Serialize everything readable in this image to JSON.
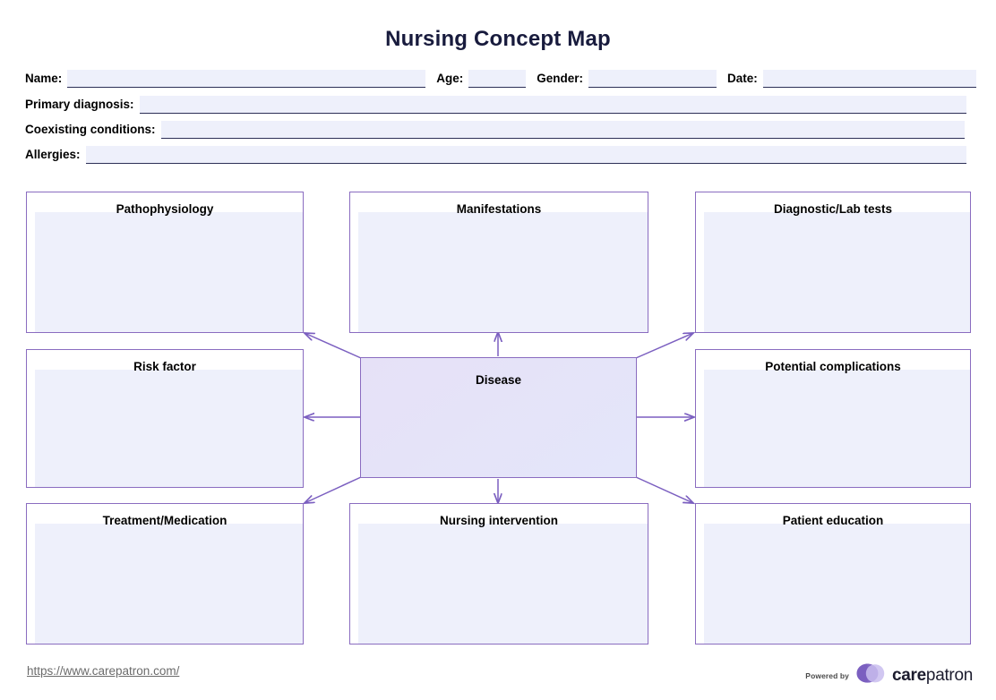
{
  "document": {
    "title": "Nursing Concept Map"
  },
  "form": {
    "fields": [
      {
        "label": "Name:",
        "value": "",
        "placeholder": ""
      },
      {
        "label": "Age:",
        "value": "",
        "placeholder": ""
      },
      {
        "label": "Gender:",
        "value": "",
        "placeholder": ""
      },
      {
        "label": "Date:",
        "value": "",
        "placeholder": ""
      },
      {
        "label": "Primary diagnosis:",
        "value": "",
        "placeholder": ""
      },
      {
        "label": "Coexisting conditions:",
        "value": "",
        "placeholder": ""
      },
      {
        "label": "Allergies:",
        "value": "",
        "placeholder": ""
      }
    ]
  },
  "concept_map": {
    "center": {
      "title": "Disease",
      "value": "",
      "placeholder": ""
    },
    "nodes": [
      {
        "title": "Pathophysiology",
        "value": "",
        "placeholder": ""
      },
      {
        "title": "Manifestations",
        "value": "",
        "placeholder": ""
      },
      {
        "title": "Diagnostic/Lab tests",
        "value": "",
        "placeholder": ""
      },
      {
        "title": "Risk factor",
        "value": "",
        "placeholder": ""
      },
      {
        "title": "Potential complications",
        "value": "",
        "placeholder": ""
      },
      {
        "title": "Treatment/Medication",
        "value": "",
        "placeholder": ""
      },
      {
        "title": "Nursing intervention",
        "value": "",
        "placeholder": ""
      },
      {
        "title": "Patient education",
        "value": "",
        "placeholder": ""
      }
    ],
    "connector_color": "#7b5fc0"
  },
  "footer": {
    "url": "https://www.carepatron.com/",
    "powered_by": "Powered by",
    "brand_bold": "care",
    "brand_rest": "patron",
    "brand_color": "#7b5fc0"
  }
}
